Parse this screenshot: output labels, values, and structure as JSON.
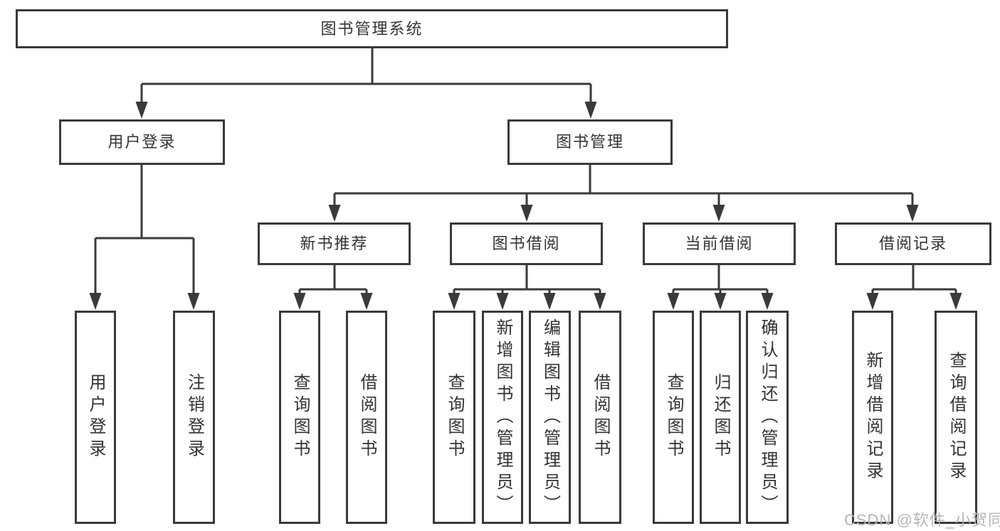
{
  "diagram": {
    "root": "图书管理系统",
    "branches": [
      {
        "label": "用户登录",
        "leaves": [
          "用户登录",
          "注销登录"
        ]
      },
      {
        "label": "图书管理",
        "groups": [
          {
            "label": "新书推荐",
            "leaves": [
              "查询图书",
              "借阅图书"
            ]
          },
          {
            "label": "图书借阅",
            "leaves": [
              "查询图书",
              "新增图书（管理员）",
              "编辑图书（管理员）",
              "借阅图书"
            ]
          },
          {
            "label": "当前借阅",
            "leaves": [
              "查询图书",
              "归还图书",
              "确认归还（管理员）"
            ]
          },
          {
            "label": "借阅记录",
            "leaves": [
              "新增借阅记录",
              "查询借阅记录"
            ]
          }
        ]
      }
    ]
  },
  "watermark": "CSDN @软件_小贺同学",
  "colors": {
    "line": "#3a3a3a",
    "text": "#333333",
    "watermark": "#b2b2b2",
    "background": "#ffffff"
  }
}
